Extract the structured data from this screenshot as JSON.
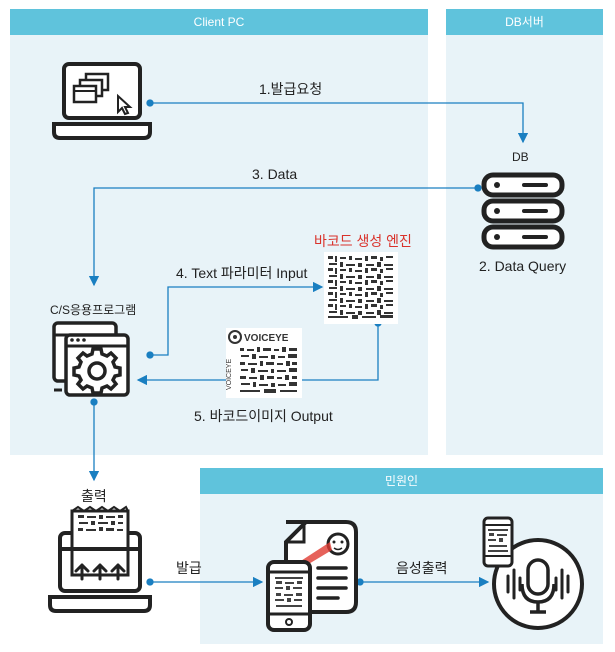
{
  "panels": {
    "client": "Client PC",
    "db": "DB서버",
    "civil": "민원인"
  },
  "labels": {
    "request": "1.발급요청",
    "db": "DB",
    "data": "3. Data",
    "query": "2. Data Query",
    "engine": "바코드 생성 엔진",
    "param": "4. Text 파라미터 Input",
    "app": "C/S응용프로그램",
    "barcode_out": "5. 바코드이미지 Output",
    "print": "출력",
    "issue": "발급",
    "voice": "음성출력"
  },
  "barcode_brand": "VOICEYE",
  "colors": {
    "header": "#5fc3dc",
    "panel": "#e8f3f8",
    "line": "#1a7fc1",
    "icon": "#222222",
    "accent": "#d9322b"
  },
  "icons": [
    "laptop-windows-icon",
    "database-server-icon",
    "barcode-icon",
    "app-gear-icon",
    "printer-laptop-icon",
    "phone-document-icon",
    "voice-speaker-icon"
  ]
}
